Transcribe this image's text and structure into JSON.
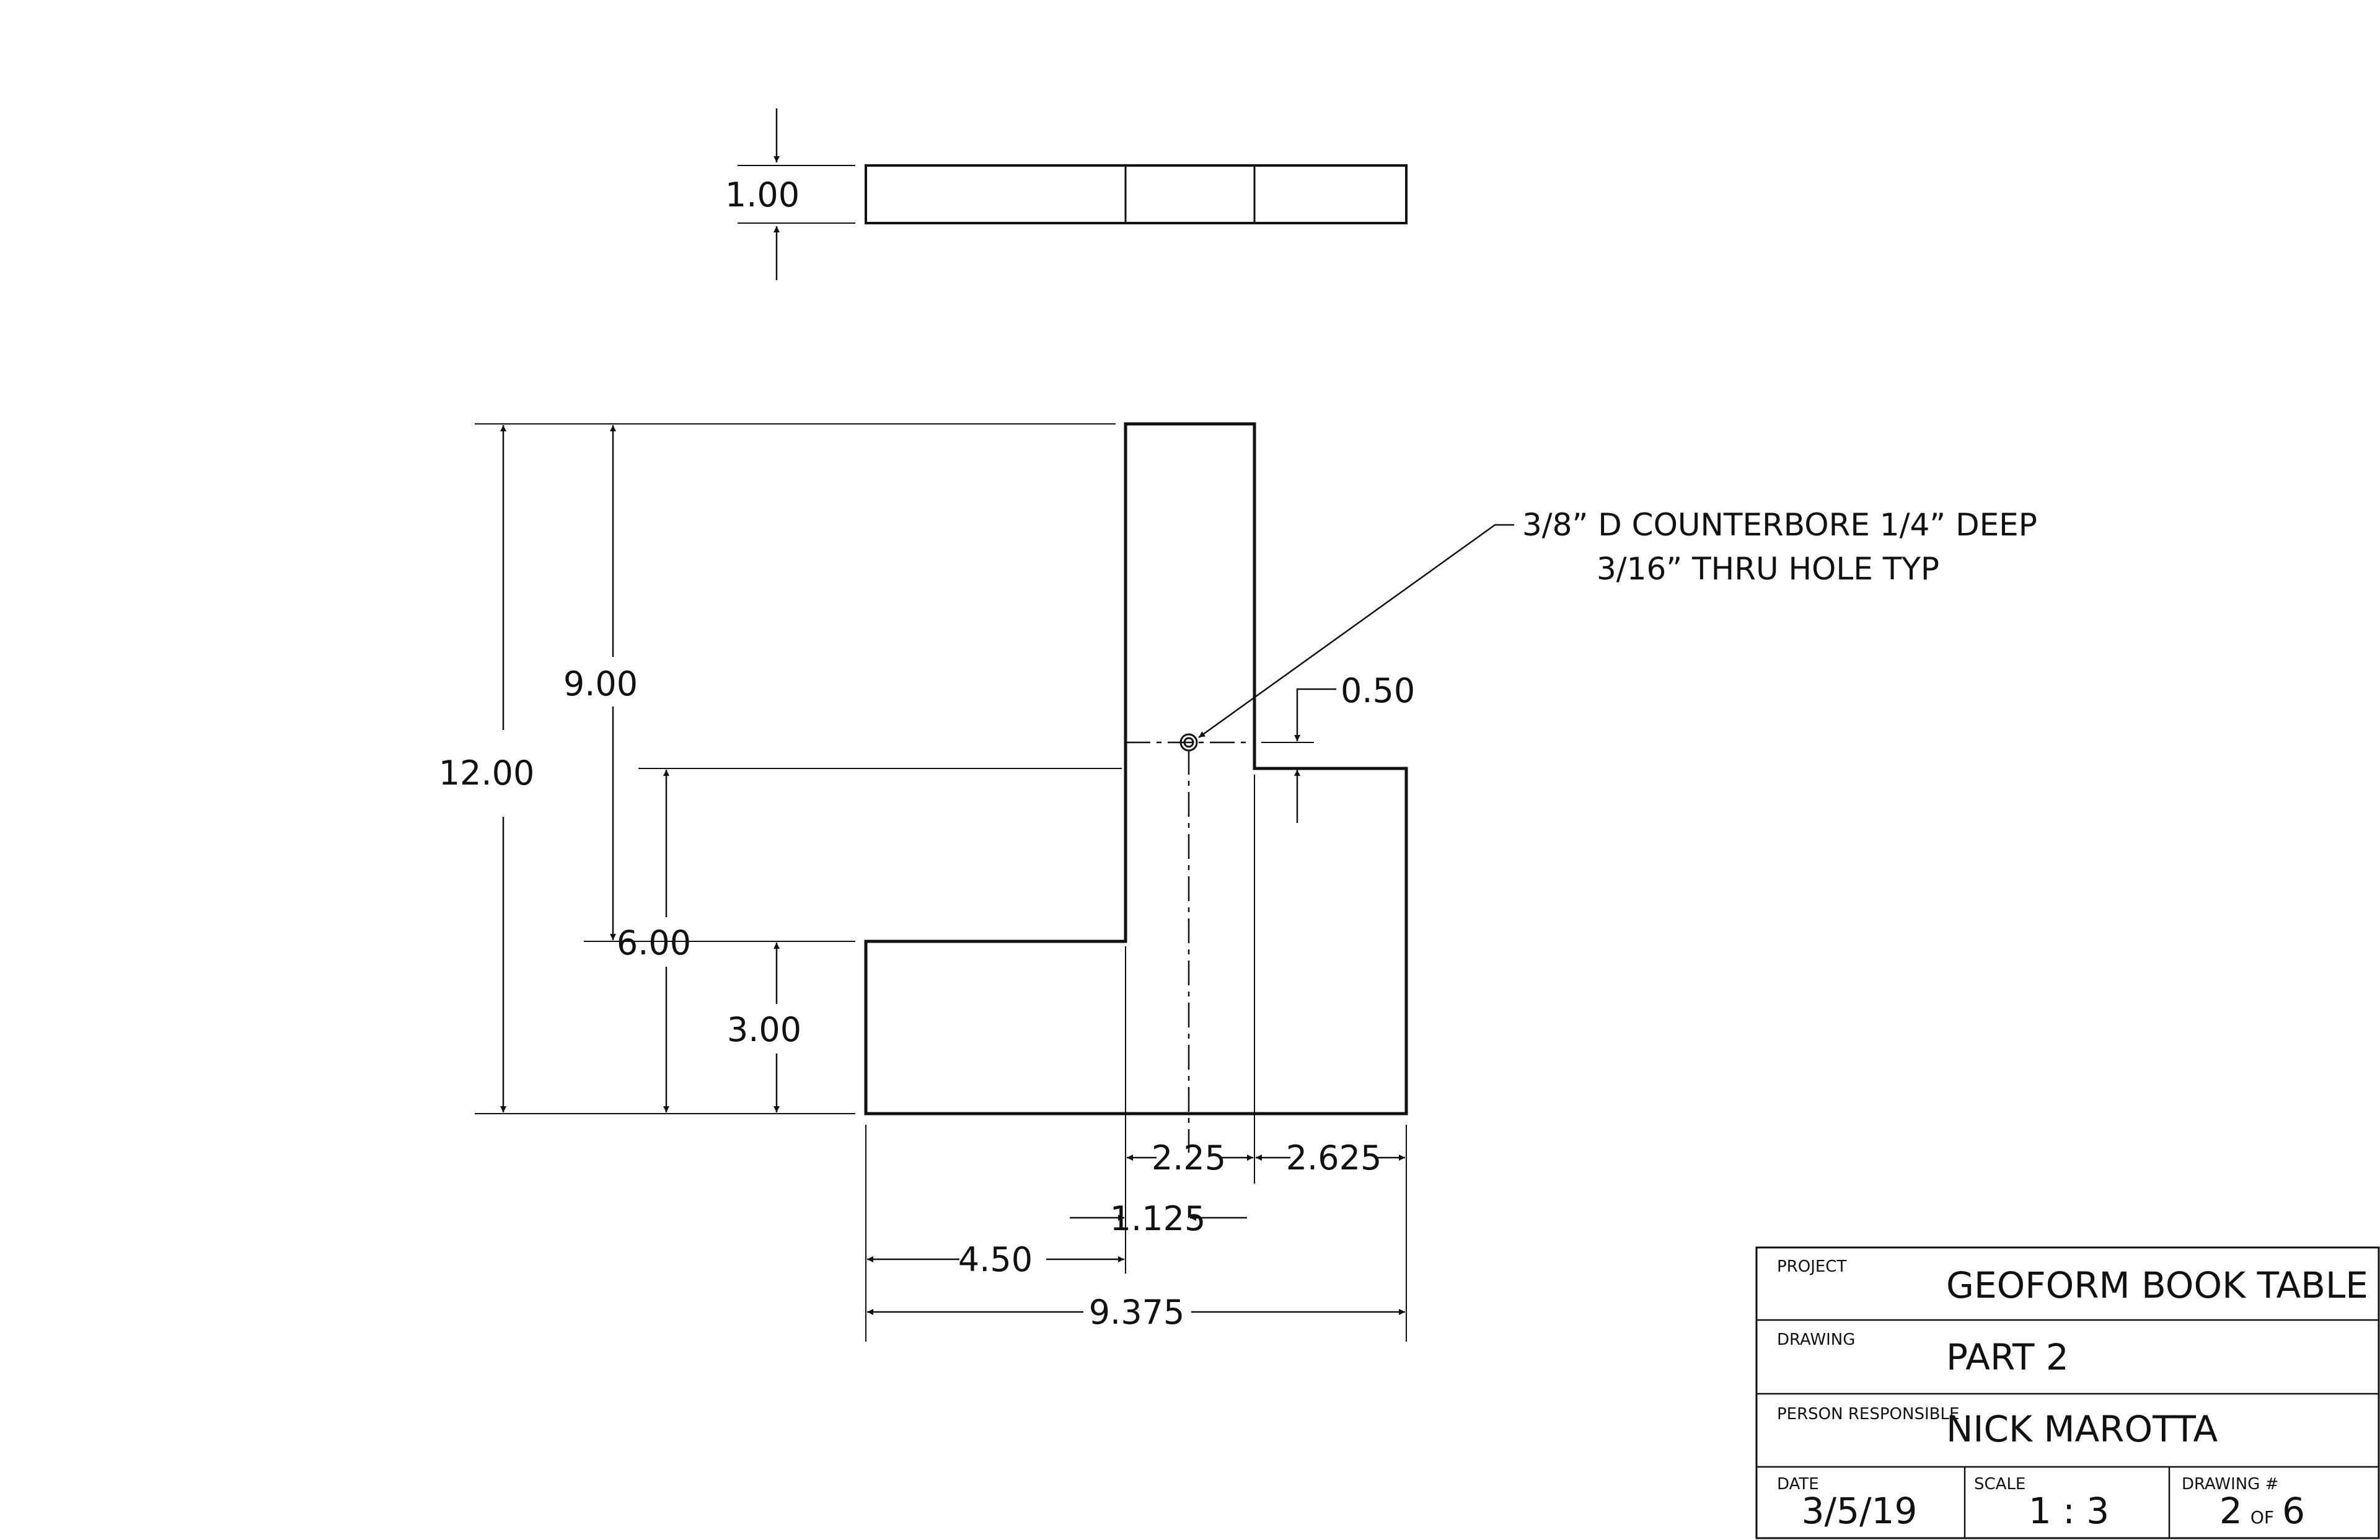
{
  "title_block": {
    "project_label": "PROJECT",
    "project": "GEOFORM BOOK TABLE",
    "drawing_label": "DRAWING",
    "drawing": "PART 2",
    "person_label": "PERSON RESPONSIBLE",
    "person": "NICK MAROTTA",
    "date_label": "DATE",
    "date": "3/5/19",
    "scale_label": "SCALE",
    "scale": "1 : 3",
    "drawing_number_label": "DRAWING #",
    "sheet_number": "2",
    "sheet_of": "OF",
    "sheet_total": "6"
  },
  "note": {
    "line1": "3/8” D COUNTERBORE 1/4” DEEP",
    "line2": "3/16” THRU HOLE TYP"
  },
  "dimensions": {
    "thickness": "1.00",
    "overall_height": "12.00",
    "upper_height": "9.00",
    "mid_height": "6.00",
    "lower_height": "3.00",
    "hole_offset": "0.50",
    "stem_width": "2.25",
    "right_width": "2.625",
    "hole_x": "1.125",
    "left_width": "4.50",
    "overall_width": "9.375"
  },
  "colors": {
    "line": "#111111",
    "background": "#ffffff"
  }
}
